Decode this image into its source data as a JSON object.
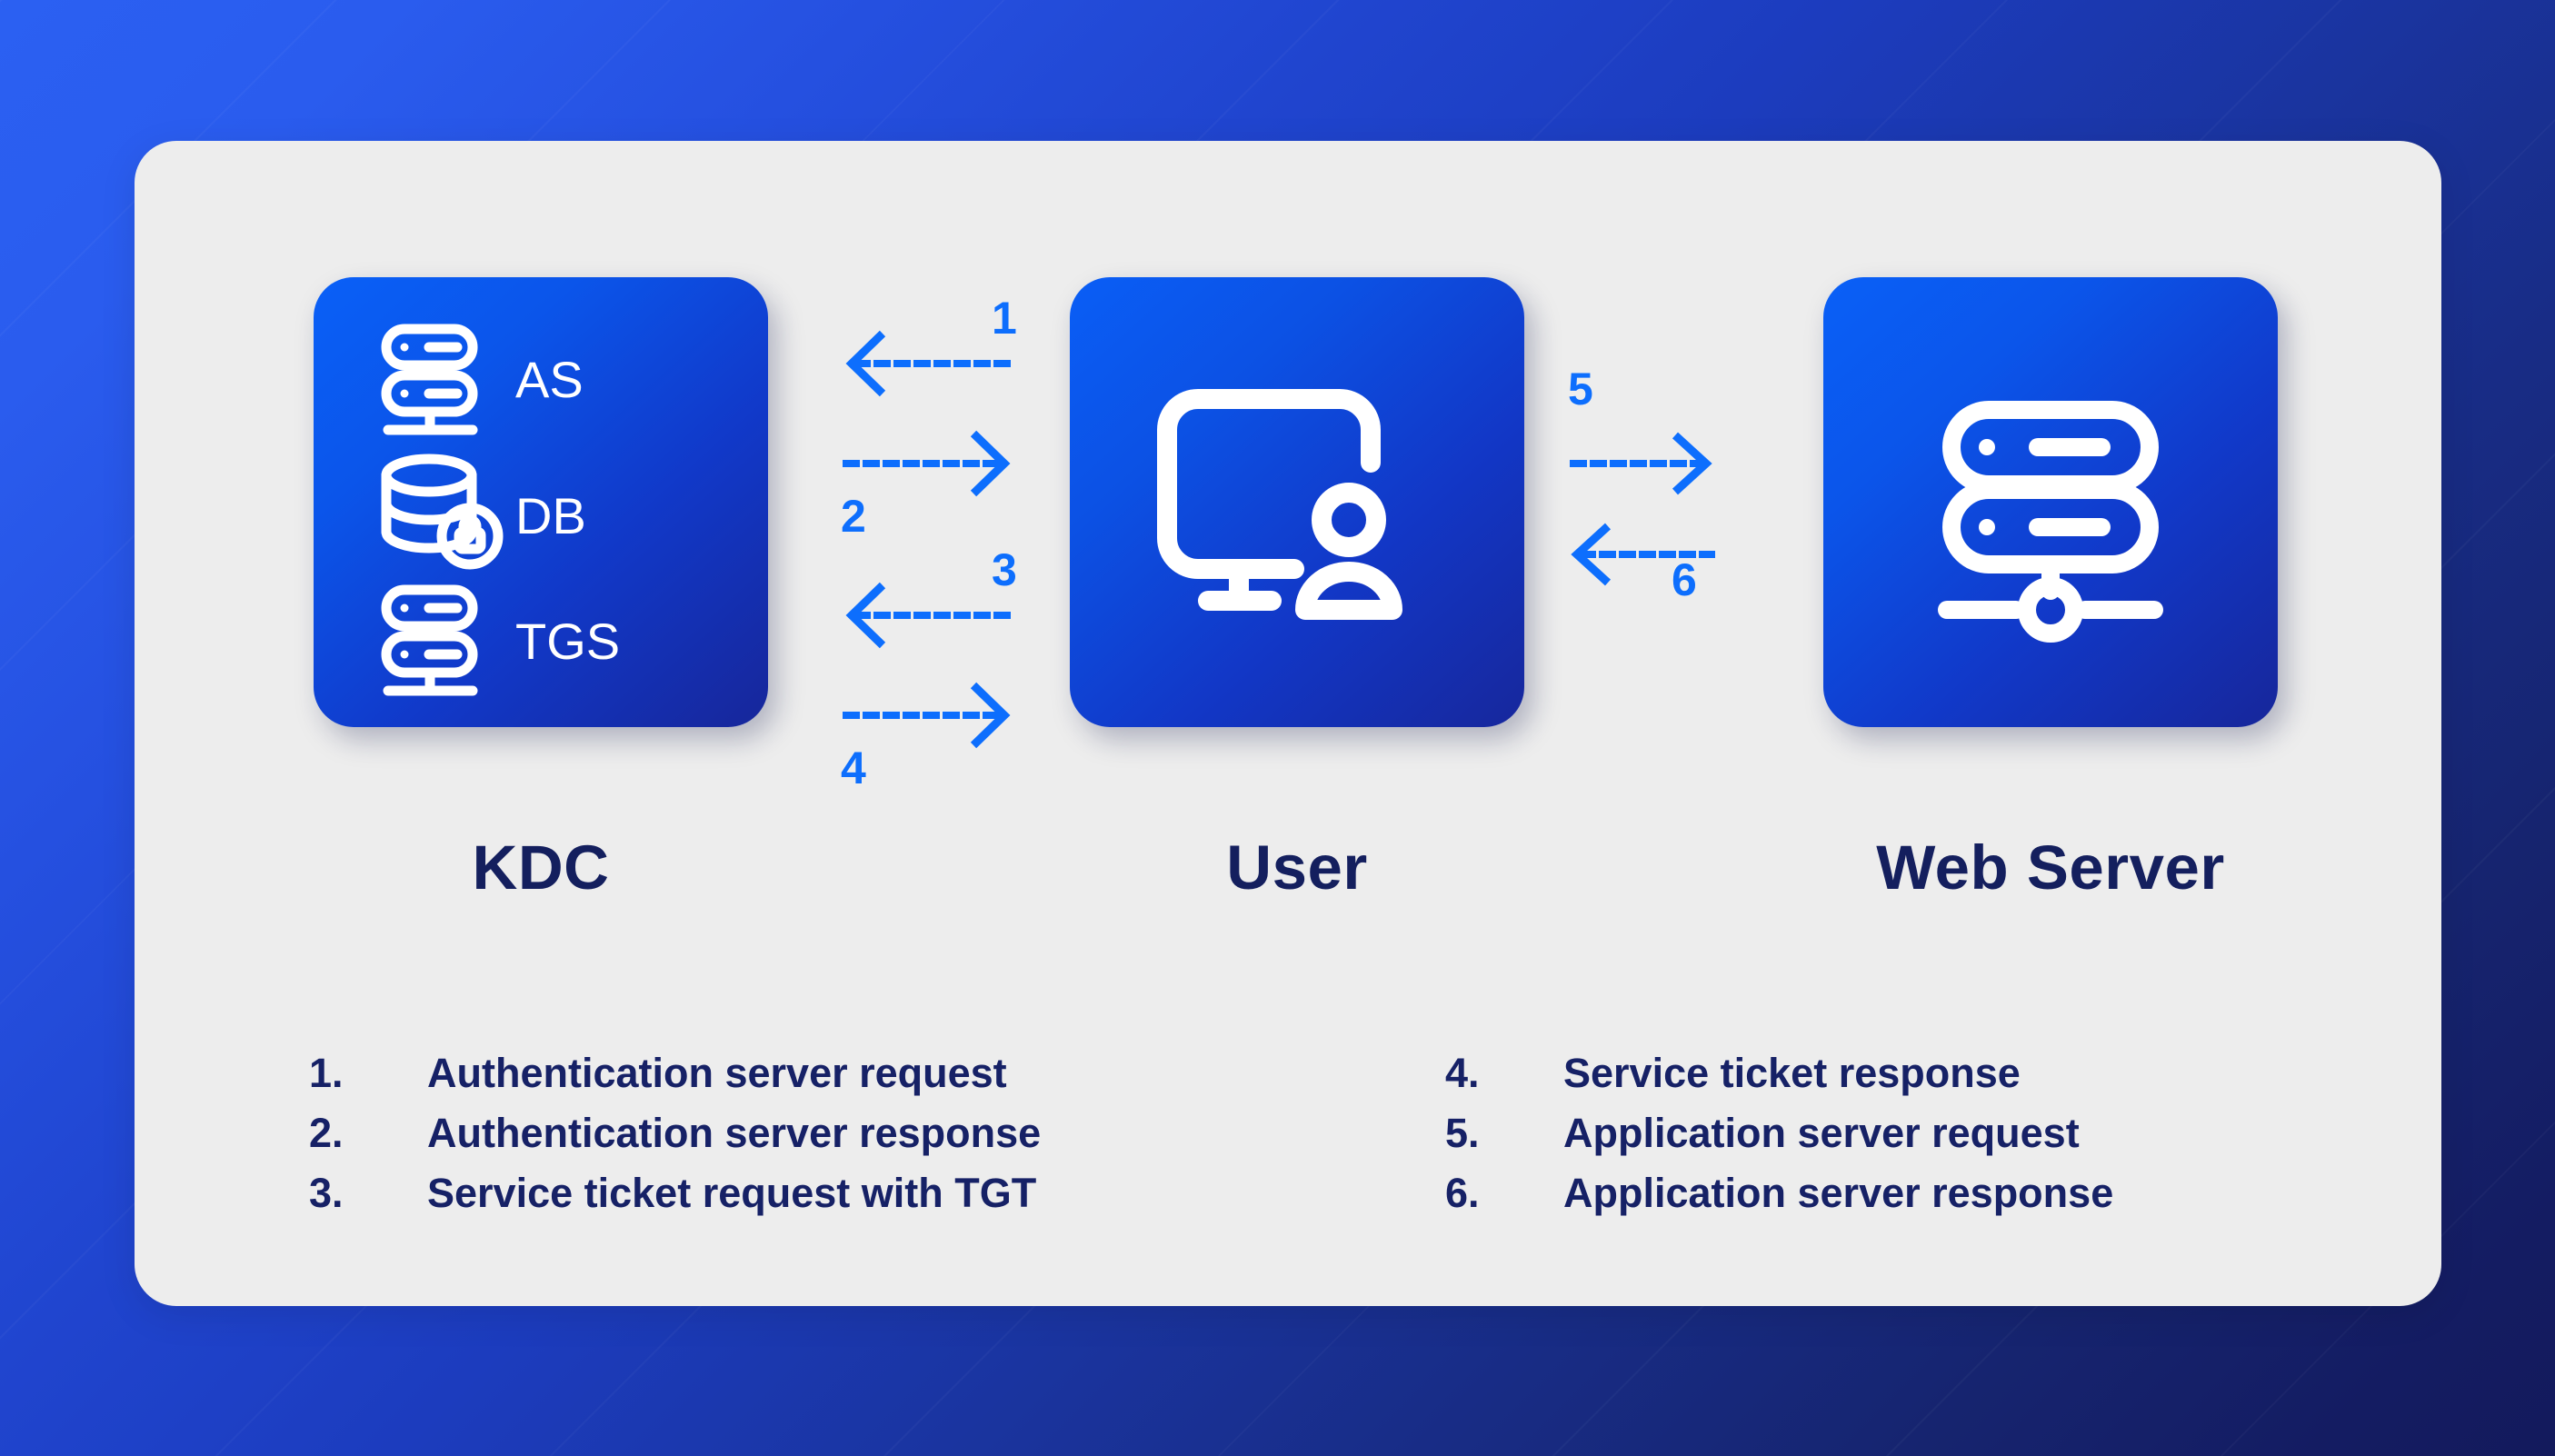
{
  "theme": {
    "bg_gradient_from": "#2b60f2",
    "bg_gradient_to": "#131a5c",
    "card_bg": "#ededed",
    "tile_gradient_from": "#0a60f7",
    "tile_gradient_to": "#17269a",
    "arrow_color": "#0d6efd",
    "label_color": "#141f5e",
    "legend_color": "#162166",
    "icon_color": "#ffffff"
  },
  "diagram": {
    "type": "kerberos-authentication-flow",
    "nodes": [
      {
        "id": "kdc",
        "label": "KDC",
        "icon": "kdc-tile-icon",
        "components": [
          {
            "label": "AS",
            "icon": "server-rack-icon"
          },
          {
            "label": "DB",
            "icon": "database-lock-icon"
          },
          {
            "label": "TGS",
            "icon": "server-rack-icon"
          }
        ]
      },
      {
        "id": "user",
        "label": "User",
        "icon": "monitor-person-icon",
        "components": []
      },
      {
        "id": "web-server",
        "label": "Web Server",
        "icon": "server-network-icon",
        "components": []
      }
    ],
    "arrows": [
      {
        "number": "1",
        "from": "user",
        "to": "kdc",
        "direction": "left",
        "num_position": "above-right"
      },
      {
        "number": "2",
        "from": "kdc",
        "to": "user",
        "direction": "right",
        "num_position": "below-left"
      },
      {
        "number": "3",
        "from": "user",
        "to": "kdc",
        "direction": "left",
        "num_position": "above-right"
      },
      {
        "number": "4",
        "from": "kdc",
        "to": "user",
        "direction": "right",
        "num_position": "below-left"
      },
      {
        "number": "5",
        "from": "user",
        "to": "web-server",
        "direction": "right",
        "num_position": "above-left"
      },
      {
        "number": "6",
        "from": "web-server",
        "to": "user",
        "direction": "left",
        "num_position": "below-right"
      }
    ]
  },
  "legend": {
    "left_column": [
      {
        "num": "1.",
        "text": "Authentication server request"
      },
      {
        "num": "2.",
        "text": "Authentication server response"
      },
      {
        "num": "3.",
        "text": "Service ticket request with TGT"
      }
    ],
    "right_column": [
      {
        "num": "4.",
        "text": "Service ticket response"
      },
      {
        "num": "5.",
        "text": "Application server request"
      },
      {
        "num": "6.",
        "text": "Application server response"
      }
    ]
  }
}
